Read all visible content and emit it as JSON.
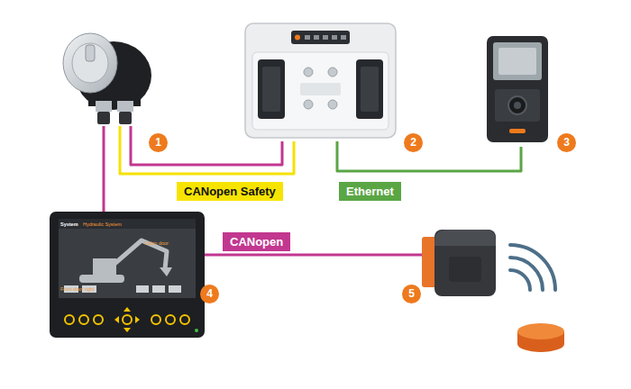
{
  "diagram": {
    "nodes": [
      {
        "text": [
          "1"
        ]
      },
      {
        "text": [
          "2"
        ]
      },
      {
        "text": [
          "3"
        ]
      },
      {
        "text": [
          "4"
        ]
      },
      {
        "text": [
          "5"
        ]
      }
    ],
    "edges": [
      {
        "from": 0,
        "to": 1,
        "arrow": "none",
        "label": "CANopen Safety"
      },
      {
        "from": 0,
        "to": 1,
        "arrow": "none"
      },
      {
        "from": 0,
        "to": 3,
        "arrow": "none"
      },
      {
        "from": 1,
        "to": 2,
        "arrow": "none",
        "label": "Ethernet"
      },
      {
        "from": 3,
        "to": 4,
        "arrow": "none",
        "label": "CANopen"
      }
    ],
    "labels": [
      "System",
      "Hydraulic System",
      "Cabin door",
      "Front door right"
    ]
  }
}
